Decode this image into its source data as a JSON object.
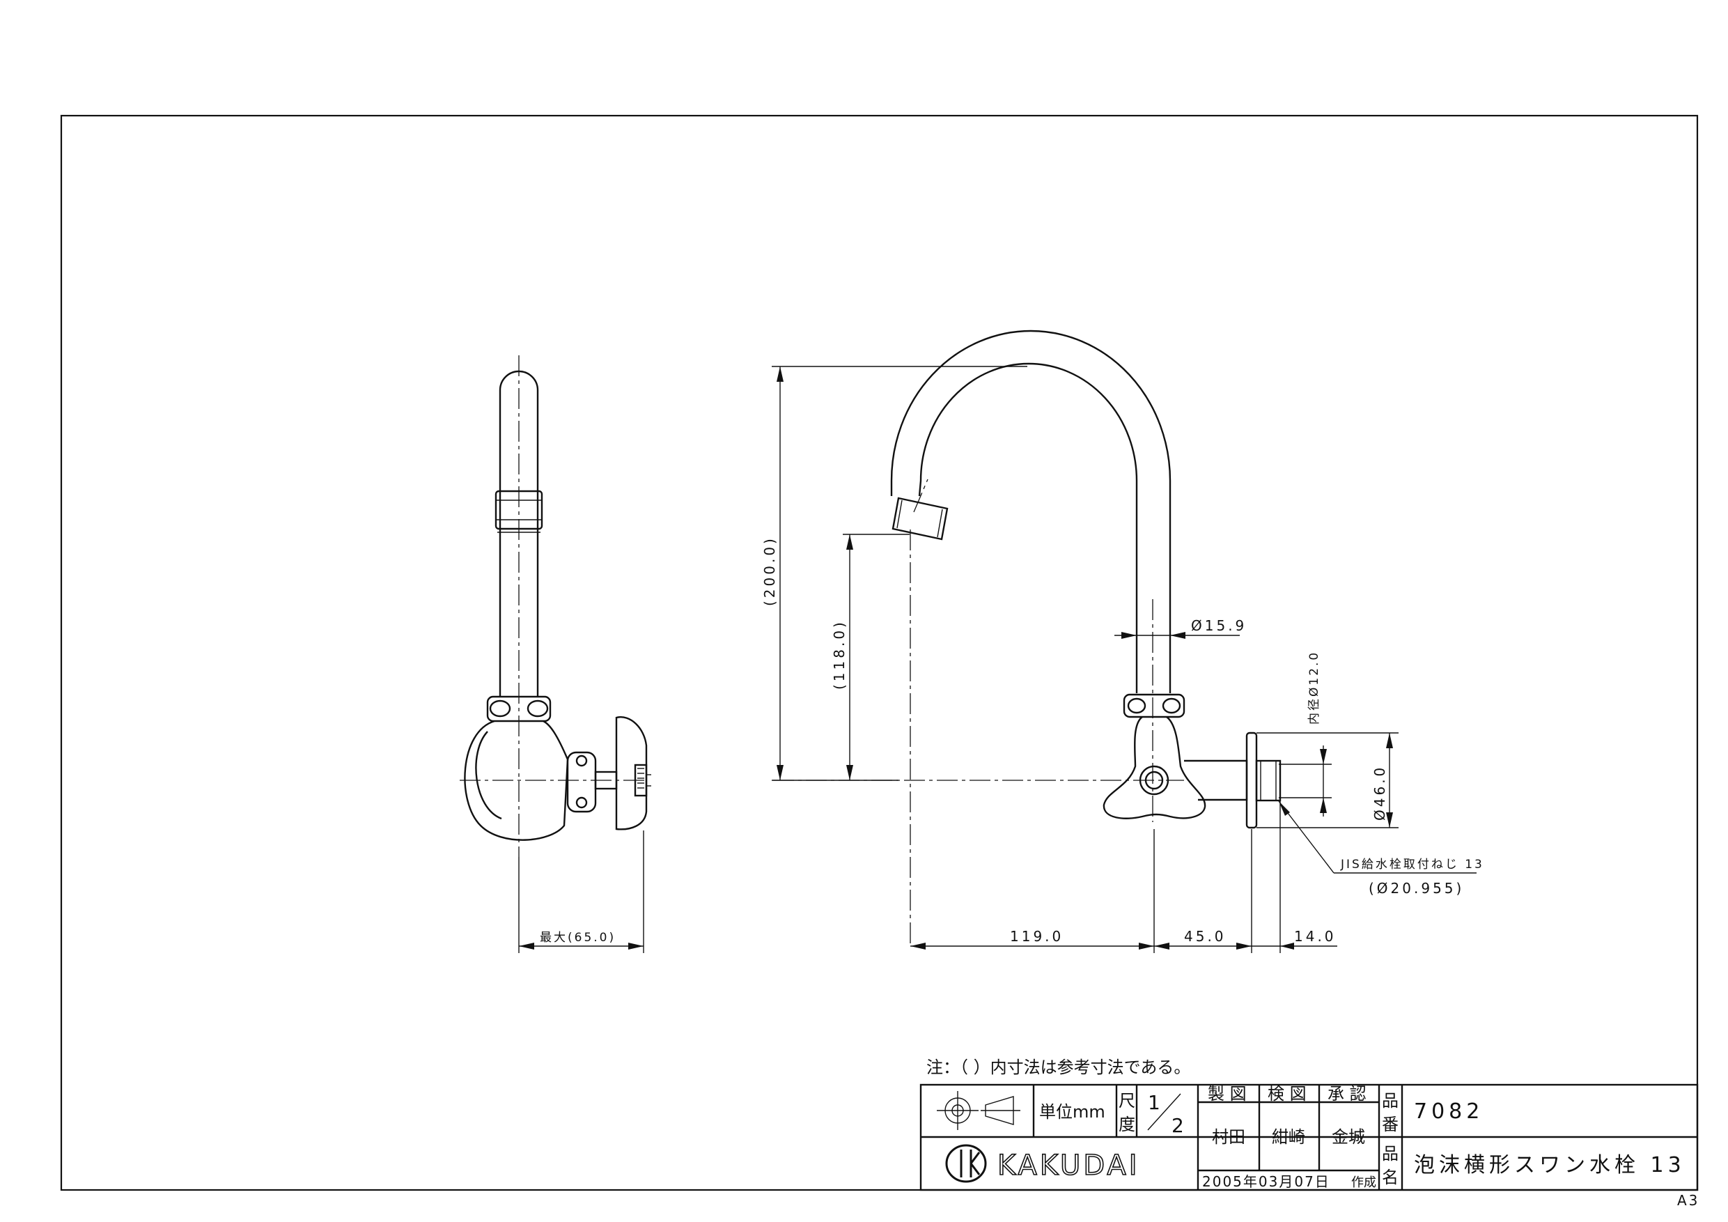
{
  "dimensions": {
    "overall_height": "(200.0)",
    "spout_height": "(118.0)",
    "pipe_diameter": "Ø15.9",
    "inner_diameter": "内径Ø12.0",
    "flange_diameter": "Ø46.0",
    "thread_spec": "JIS給水栓取付ねじ 13",
    "thread_diameter": "(Ø20.955)",
    "spout_reach": "119.0",
    "body_length": "45.0",
    "thread_length": "14.0",
    "max_depth": "最大(65.0)"
  },
  "note": "注：（ ）内寸法は参考寸法である。",
  "title_block": {
    "unit_label": "単位mm",
    "scale_label_1": "尺",
    "scale_label_2": "度",
    "scale_num": "1",
    "scale_den": "2",
    "headers": [
      "製 図",
      "検 図",
      "承 認"
    ],
    "names": [
      "村田",
      "紺崎",
      "金城"
    ],
    "product_no_label_1": "品",
    "product_no_label_2": "番",
    "product_no": "7082",
    "product_name_label_1": "品",
    "product_name_label_2": "名",
    "product_name": "泡沫横形スワン水栓 13",
    "date": "2005年03月07日",
    "created_label": "作成",
    "brand": "KAKUDAI"
  },
  "sheet_size": "A3"
}
